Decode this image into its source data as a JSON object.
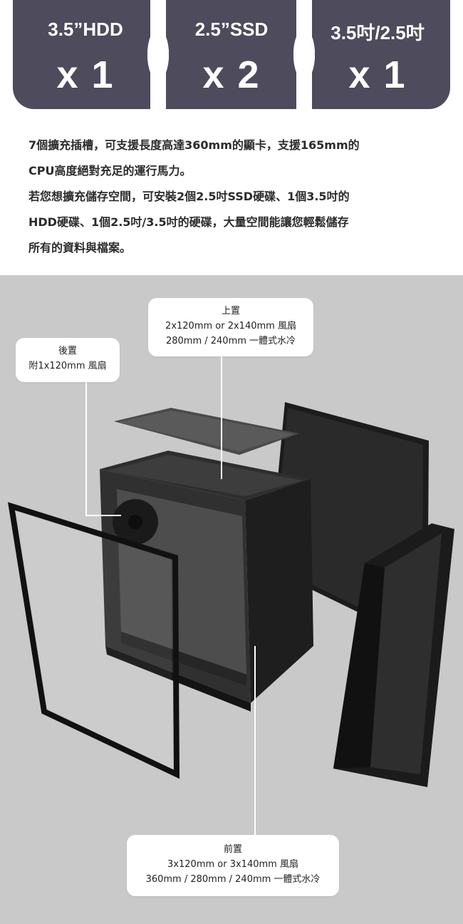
{
  "specs": [
    {
      "label": "3.5”HDD",
      "qty": "x 1"
    },
    {
      "label": "2.5”SSD",
      "qty": "x 2"
    },
    {
      "label": "3.5吋/2.5吋",
      "qty": "x 1"
    }
  ],
  "description": {
    "para1_line1": "7個擴充插槽，可支援長度高達360mm的顯卡，支援165mm的",
    "para1_line2": "CPU高度絕對充足的運行馬力。",
    "para2_line1": "若您想擴充儲存空間，可安裝2個2.5吋SSD硬碟、1個3.5吋的",
    "para2_line2": "HDD硬碟、1個2.5吋/3.5吋的硬碟，大量空間能讓您輕鬆儲存",
    "para2_line3": "所有的資料與檔案。"
  },
  "callouts": {
    "top": {
      "title": "上置",
      "line1": "2x120mm or 2x140mm 風扇",
      "line2": "280mm / 240mm 一體式水冷"
    },
    "rear": {
      "title": "後置",
      "line1": "附1x120mm 風扇"
    },
    "front": {
      "title": "前置",
      "line1": "3x120mm or 3x140mm 風扇",
      "line2": "360mm / 280mm / 240mm 一體式水冷"
    }
  },
  "colors": {
    "tile_bg": "#4d4b5c",
    "scene_bg": "#c9c9c9",
    "case": "#1b1b1b"
  }
}
